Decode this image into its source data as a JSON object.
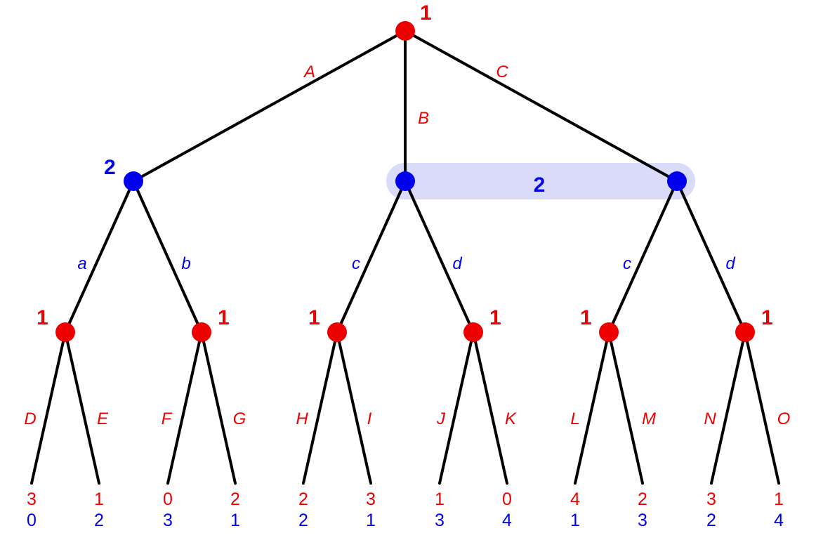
{
  "colors": {
    "player1": "#ee0000",
    "player2": "#0000ee",
    "infoset_fill": "#d9dbf9"
  },
  "root": {
    "player": "1"
  },
  "infoset": {
    "label": "2"
  },
  "level1": [
    {
      "player": "2"
    },
    {
      "player": ""
    },
    {
      "player": ""
    }
  ],
  "level1_actions": [
    "A",
    "B",
    "C"
  ],
  "level2": [
    {
      "player": "1"
    },
    {
      "player": "1"
    },
    {
      "player": "1"
    },
    {
      "player": "1"
    },
    {
      "player": "1"
    },
    {
      "player": "1"
    }
  ],
  "level2_actions": [
    "a",
    "b",
    "c",
    "d",
    "c",
    "d"
  ],
  "level3_actions": [
    "D",
    "E",
    "F",
    "G",
    "H",
    "I",
    "J",
    "K",
    "L",
    "M",
    "N",
    "O"
  ],
  "payoffs": [
    {
      "p1": "3",
      "p2": "0"
    },
    {
      "p1": "1",
      "p2": "2"
    },
    {
      "p1": "0",
      "p2": "3"
    },
    {
      "p1": "2",
      "p2": "1"
    },
    {
      "p1": "2",
      "p2": "2"
    },
    {
      "p1": "3",
      "p2": "1"
    },
    {
      "p1": "1",
      "p2": "3"
    },
    {
      "p1": "0",
      "p2": "4"
    },
    {
      "p1": "4",
      "p2": "1"
    },
    {
      "p1": "2",
      "p2": "3"
    },
    {
      "p1": "3",
      "p2": "2"
    },
    {
      "p1": "1",
      "p2": "4"
    }
  ]
}
